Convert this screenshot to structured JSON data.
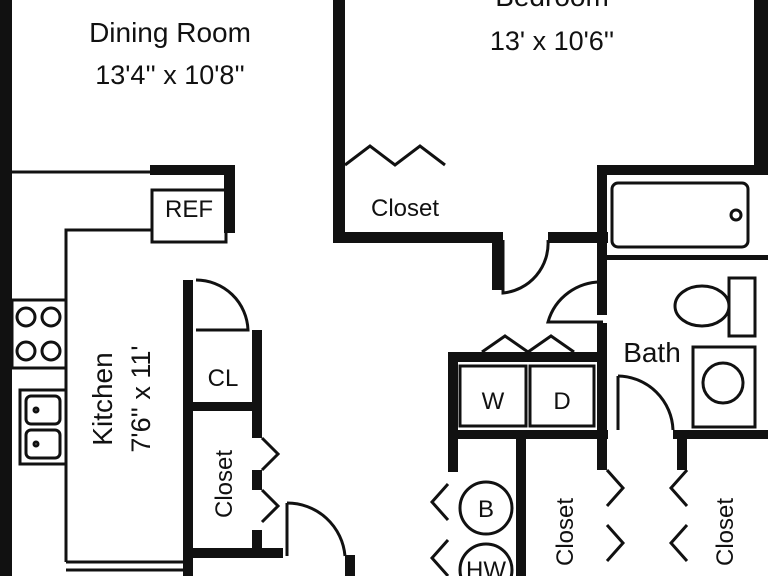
{
  "rooms": {
    "dining": {
      "name": "Dining Room",
      "dims": "13'4'' x 10'8''"
    },
    "bedroom": {
      "name": "Bedroom",
      "dims": "13' x 10'6''"
    },
    "kitchen": {
      "name": "Kitchen",
      "dims": "7'6'' x 11'"
    },
    "bath": {
      "name": "Bath"
    }
  },
  "fixtures": {
    "ref": "REF",
    "cl": "CL",
    "washer": "W",
    "dryer": "D",
    "boiler": "B",
    "water_heater": "HW"
  },
  "closets": {
    "bedroom_closet": "Closet",
    "kitchen_closet": "Closet",
    "hall_closet_1": "Closet",
    "hall_closet_2": "Closet"
  }
}
